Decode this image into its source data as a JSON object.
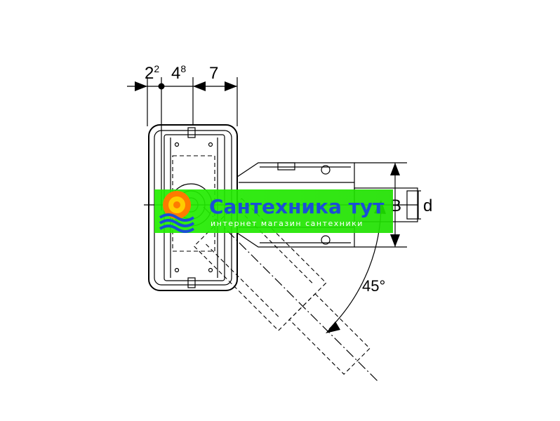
{
  "dimensions": {
    "left_offset": "2",
    "left_offset_sup": "2",
    "center_offset": "4",
    "center_offset_sup": "8",
    "depth": "7",
    "height_B": "B",
    "diameter_d": "d",
    "angle": "45°"
  },
  "watermark": {
    "title": "Сантехника тут",
    "subtitle": "интернет магазин сантехники"
  }
}
